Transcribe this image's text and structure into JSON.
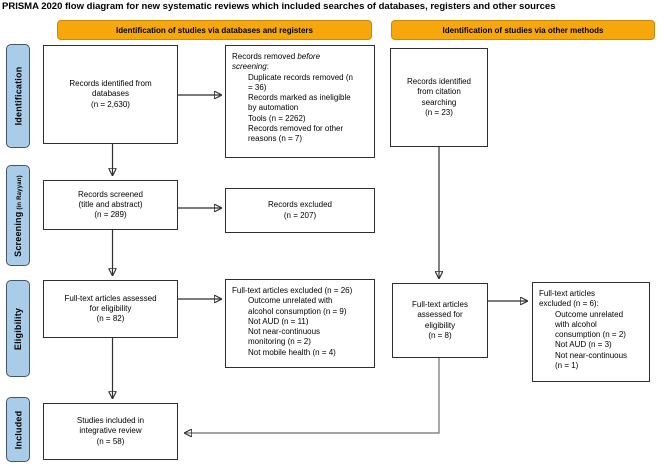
{
  "title": "PRISMA 2020 flow diagram for new systematic reviews which included searches of databases, registers and other sources",
  "headers": {
    "databases": "Identification of studies via databases and registers",
    "other": "Identification of studies via other methods"
  },
  "sidebar": {
    "identification": "Identification",
    "screening": "Screening",
    "screening_sub": " (in Rayyan)",
    "eligibility": "Eligibility",
    "included": "Included"
  },
  "colors": {
    "header_bg": "#F6A70B",
    "sidebar_bg": "#A9CDE9",
    "box_border": "#2f2f2f",
    "connector": "#2f2f2f"
  },
  "boxes": {
    "records_identified_databases": {
      "lines": [
        {
          "seg": [
            {
              "t": "Records identified from"
            }
          ]
        },
        {
          "seg": [
            {
              "t": "databases"
            }
          ]
        },
        {
          "seg": [
            {
              "t": "(n = 2,630)"
            }
          ]
        }
      ]
    },
    "records_removed": {
      "lines": [
        {
          "seg": [
            {
              "t": "Records removed "
            },
            {
              "t": "before",
              "i": true
            }
          ]
        },
        {
          "seg": [
            {
              "t": "screening",
              "i": true
            },
            {
              "t": ":"
            }
          ]
        },
        {
          "ind": 1,
          "seg": [
            {
              "t": "Duplicate records removed (n"
            }
          ]
        },
        {
          "ind": 1,
          "seg": [
            {
              "t": "= 36)"
            }
          ]
        },
        {
          "ind": 1,
          "seg": [
            {
              "t": "Records marked as ineligible"
            }
          ]
        },
        {
          "ind": 1,
          "seg": [
            {
              "t": "by automation"
            }
          ]
        },
        {
          "ind": 1,
          "seg": [
            {
              "t": "Tools (n = 2262)"
            }
          ]
        },
        {
          "ind": 1,
          "seg": [
            {
              "t": "Records removed for other"
            }
          ]
        },
        {
          "ind": 1,
          "seg": [
            {
              "t": "reasons (n = 7)"
            }
          ]
        }
      ]
    },
    "records_identified_citation": {
      "lines": [
        {
          "seg": [
            {
              "t": "Records identified"
            }
          ]
        },
        {
          "seg": [
            {
              "t": "from citation"
            }
          ]
        },
        {
          "seg": [
            {
              "t": "searching"
            }
          ]
        },
        {
          "seg": [
            {
              "t": "(n = 23)"
            }
          ]
        }
      ]
    },
    "records_screened": {
      "lines": [
        {
          "seg": [
            {
              "t": "Records screened"
            }
          ]
        },
        {
          "seg": [
            {
              "t": "(title and abstract)"
            }
          ]
        },
        {
          "seg": [
            {
              "t": "(n = 289)"
            }
          ]
        }
      ]
    },
    "records_excluded": {
      "lines": [
        {
          "seg": [
            {
              "t": "Records excluded"
            }
          ]
        },
        {
          "seg": [
            {
              "t": "(n = 207)"
            }
          ]
        }
      ]
    },
    "fulltext_assessed_databases": {
      "lines": [
        {
          "seg": [
            {
              "t": "Full-text articles assessed"
            }
          ]
        },
        {
          "seg": [
            {
              "t": "for eligibility"
            }
          ]
        },
        {
          "seg": [
            {
              "t": "(n = 82)"
            }
          ]
        }
      ]
    },
    "fulltext_excluded_databases": {
      "lines": [
        {
          "seg": [
            {
              "t": "Full-text articles excluded (n = 26)"
            }
          ]
        },
        {
          "ind": 1,
          "seg": [
            {
              "t": "Outcome unrelated with"
            }
          ]
        },
        {
          "ind": 1,
          "seg": [
            {
              "t": "alcohol consumption (n = 9)"
            }
          ]
        },
        {
          "ind": 1,
          "seg": [
            {
              "t": "Not AUD (n = 11)"
            }
          ]
        },
        {
          "ind": 1,
          "seg": [
            {
              "t": "Not near-continuous"
            }
          ]
        },
        {
          "ind": 1,
          "seg": [
            {
              "t": "monitoring (n = 2)"
            }
          ]
        },
        {
          "ind": 1,
          "seg": [
            {
              "t": "Not mobile health (n = 4)"
            }
          ]
        }
      ]
    },
    "fulltext_assessed_other": {
      "lines": [
        {
          "seg": [
            {
              "t": "Full-text articles"
            }
          ]
        },
        {
          "seg": [
            {
              "t": "assessed for"
            }
          ]
        },
        {
          "seg": [
            {
              "t": "eligibility"
            }
          ]
        },
        {
          "seg": [
            {
              "t": "(n = 8)"
            }
          ]
        }
      ]
    },
    "fulltext_excluded_other": {
      "lines": [
        {
          "seg": [
            {
              "t": "Full-text articles"
            }
          ]
        },
        {
          "seg": [
            {
              "t": "excluded (n = 6):"
            }
          ]
        },
        {
          "ind": 1,
          "seg": [
            {
              "t": "Outcome unrelated"
            }
          ]
        },
        {
          "ind": 1,
          "seg": [
            {
              "t": "with alcohol"
            }
          ]
        },
        {
          "ind": 1,
          "seg": [
            {
              "t": "consumption (n = 2)"
            }
          ]
        },
        {
          "ind": 1,
          "seg": [
            {
              "t": "Not AUD (n = 3)"
            }
          ]
        },
        {
          "ind": 1,
          "seg": [
            {
              "t": "Not near-continuous"
            }
          ]
        },
        {
          "ind": 1,
          "seg": [
            {
              "t": "(n = 1)"
            }
          ]
        }
      ]
    },
    "studies_included": {
      "lines": [
        {
          "seg": [
            {
              "t": "Studies included in"
            }
          ]
        },
        {
          "seg": [
            {
              "t": "integrative review"
            }
          ]
        },
        {
          "seg": [
            {
              "t": "(n = 58)"
            }
          ]
        }
      ]
    }
  }
}
